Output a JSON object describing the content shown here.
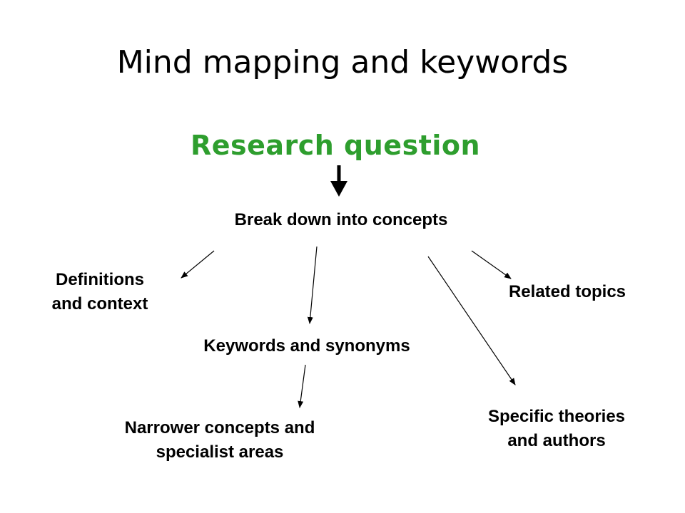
{
  "title": "Mind mapping and keywords",
  "root": {
    "label": "Research question",
    "color": "#2e9e2e"
  },
  "concepts": {
    "label": "Break down into concepts"
  },
  "nodes": {
    "definitions": [
      "Definitions",
      "and context"
    ],
    "keywords": [
      "Keywords and synonyms"
    ],
    "related": [
      "Related topics"
    ],
    "narrower": [
      "Narrower concepts and",
      "specialist areas"
    ],
    "theories": [
      "Specific theories",
      "and authors"
    ]
  }
}
